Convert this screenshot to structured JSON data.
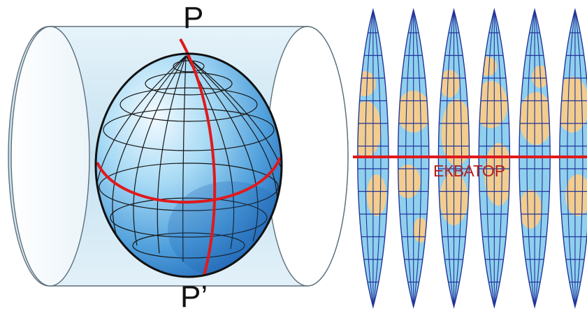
{
  "labels": {
    "north_pole": "P",
    "south_pole": "P’",
    "equator": "ЕКВАТОР"
  },
  "gores": {
    "count": 6
  },
  "colors": {
    "cylinder_fill": "#cfe6f2",
    "cylinder_stroke": "#5d6f7a",
    "globe_light": "#e9f6fd",
    "globe_mid": "#7fc2ea",
    "globe_dark": "#1d6fbf",
    "grid_lines": "#1a1a1a",
    "highlight": "#e0191b",
    "ocean": "#8fd0ee",
    "land": "#f2cd8e",
    "gore_grid": "#23349a",
    "equator_text": "#b3201e"
  }
}
